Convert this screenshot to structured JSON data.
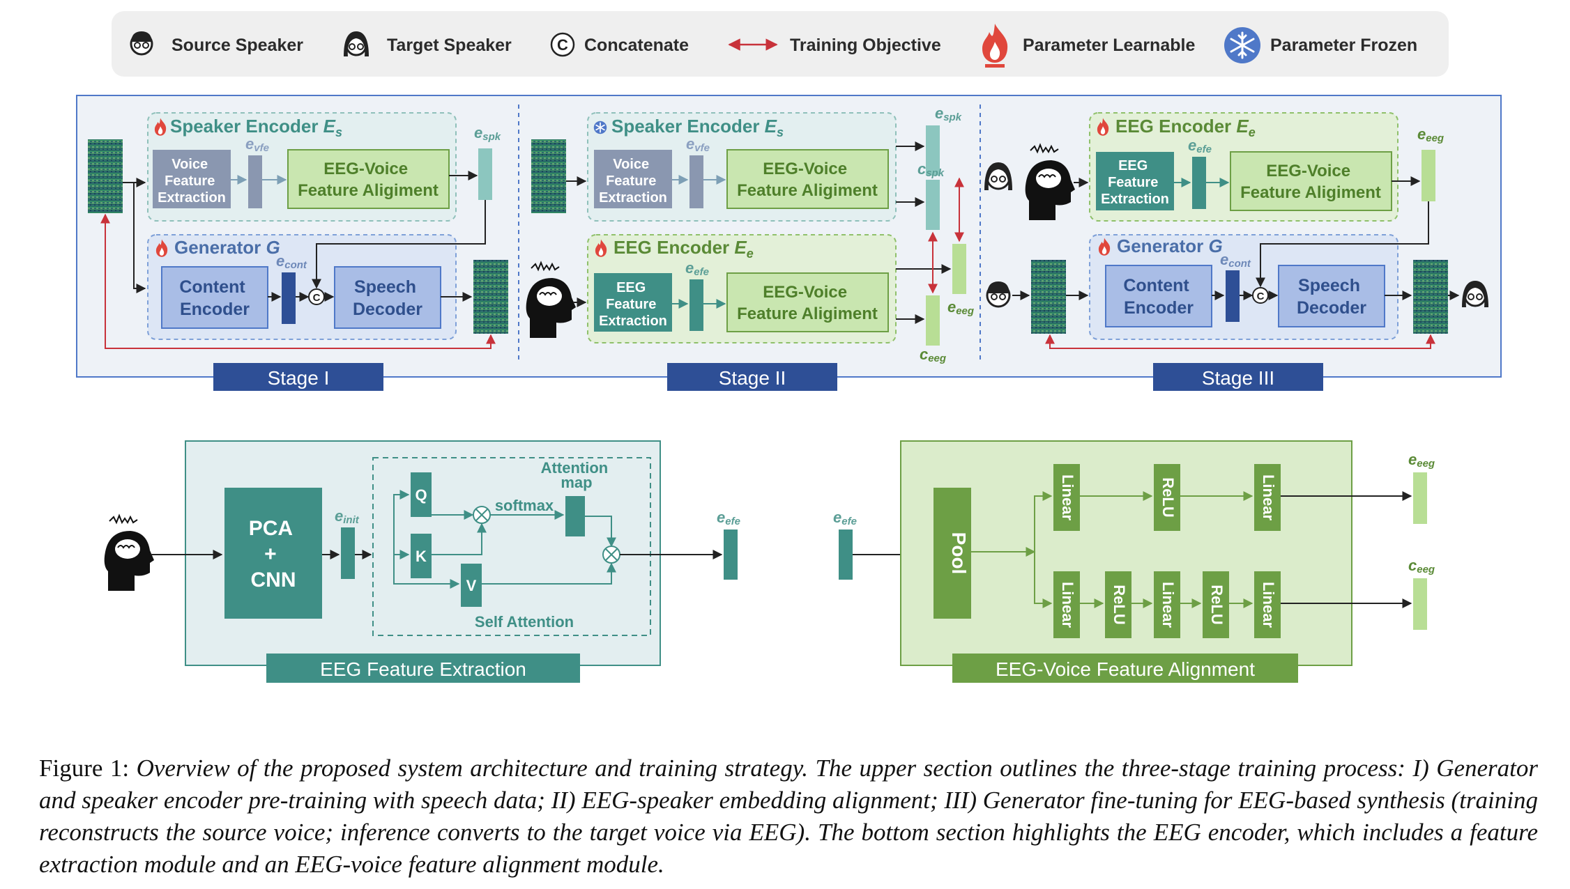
{
  "legend": {
    "source_speaker": "Source Speaker",
    "target_speaker": "Target Speaker",
    "concatenate_symbol": "C",
    "concatenate": "Concatenate",
    "training_objective": "Training Objective",
    "parameter_learnable": "Parameter Learnable",
    "parameter_frozen": "Parameter Frozen"
  },
  "stage1": {
    "label": "Stage I",
    "speaker_encoder": {
      "title": "Speaker Encoder",
      "symbol": "E",
      "sub": "s"
    },
    "voice_feature_extraction": [
      "Voice",
      "Feature",
      "Extraction"
    ],
    "e_vfe": {
      "base": "e",
      "sub": "vfe"
    },
    "alignment": [
      "EEG-Voice",
      "Feature Aligiment"
    ],
    "e_spk": {
      "base": "e",
      "sub": "spk"
    },
    "generator": {
      "title": "Generator",
      "symbol": "G"
    },
    "content_encoder": [
      "Content",
      "Encoder"
    ],
    "e_cont": {
      "base": "e",
      "sub": "cont"
    },
    "speech_decoder": [
      "Speech",
      "Decoder"
    ]
  },
  "stage2": {
    "label": "Stage II",
    "speaker_encoder": {
      "title": "Speaker Encoder",
      "symbol": "E",
      "sub": "s"
    },
    "voice_feature_extraction": [
      "Voice",
      "Feature",
      "Extraction"
    ],
    "e_vfe": {
      "base": "e",
      "sub": "vfe"
    },
    "alignment_top": [
      "EEG-Voice",
      "Feature Aligiment"
    ],
    "eeg_encoder": {
      "title": "EEG Encoder",
      "symbol": "E",
      "sub": "e"
    },
    "eeg_feature_extraction": [
      "EEG",
      "Feature",
      "Extraction"
    ],
    "e_efe": {
      "base": "e",
      "sub": "efe"
    },
    "alignment_bottom": [
      "EEG-Voice",
      "Feature Aligiment"
    ],
    "e_spk": {
      "base": "e",
      "sub": "spk"
    },
    "c_spk": {
      "base": "c",
      "sub": "spk"
    },
    "e_eeg": {
      "base": "e",
      "sub": "eeg"
    },
    "c_eeg": {
      "base": "c",
      "sub": "eeg"
    }
  },
  "stage3": {
    "label": "Stage III",
    "eeg_encoder": {
      "title": "EEG Encoder",
      "symbol": "E",
      "sub": "e"
    },
    "eeg_feature_extraction": [
      "EEG",
      "Feature",
      "Extraction"
    ],
    "e_efe": {
      "base": "e",
      "sub": "efe"
    },
    "alignment": [
      "EEG-Voice",
      "Feature Aligiment"
    ],
    "e_eeg": {
      "base": "e",
      "sub": "eeg"
    },
    "generator": {
      "title": "Generator",
      "symbol": "G"
    },
    "content_encoder": [
      "Content",
      "Encoder"
    ],
    "e_cont": {
      "base": "e",
      "sub": "cont"
    },
    "speech_decoder": [
      "Speech",
      "Decoder"
    ]
  },
  "feature_extraction": {
    "panel_label": "EEG Feature Extraction",
    "pca_cnn": [
      "PCA",
      "+",
      "CNN"
    ],
    "e_init": {
      "base": "e",
      "sub": "init"
    },
    "q": "Q",
    "k": "K",
    "v": "V",
    "softmax": "softmax",
    "attention_map": [
      "Attention",
      "map"
    ],
    "self_attention": "Self Attention",
    "e_efe": {
      "base": "e",
      "sub": "efe"
    }
  },
  "feature_alignment": {
    "panel_label": "EEG-Voice Feature Alignment",
    "e_efe": {
      "base": "e",
      "sub": "efe"
    },
    "pool": "Pool",
    "linear": "Linear",
    "relu": "ReLU",
    "e_eeg": {
      "base": "e",
      "sub": "eeg"
    },
    "c_eeg": {
      "base": "c",
      "sub": "eeg"
    }
  },
  "caption": {
    "figure_label": "Figure 1:",
    "text": "Overview of the proposed system architecture and training strategy. The upper section outlines the three-stage training process: I) Generator and speaker encoder pre-training with speech data; II) EEG-speaker embedding alignment; III) Generator fine-tuning for EEG-based synthesis (training reconstructs the source voice; inference converts to the target voice via EEG). The bottom section highlights the EEG encoder, which includes a feature extraction module and an EEG-voice feature alignment module."
  },
  "colors": {
    "learnable_red": "#e0473c",
    "frozen_blue": "#4f78c8",
    "teal": "#3f8f86",
    "green": "#6d9f45",
    "blue_box": "#a9bde6",
    "stage_navy": "#2e4f96",
    "objective_red": "#c8323a"
  }
}
